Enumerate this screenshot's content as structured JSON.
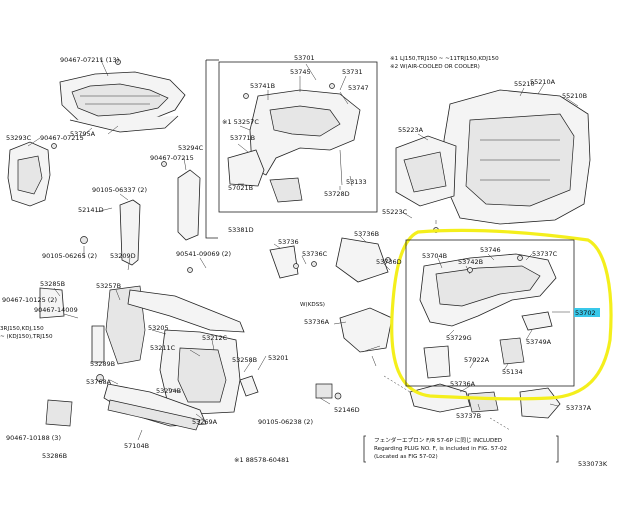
{
  "labels": {
    "l53701": "53701",
    "l53745": "53745",
    "l53731": "53731",
    "l53741b": "53741B",
    "l53747": "53747",
    "l53257c": "※1 53257C",
    "l53771b": "53771B",
    "l57021b": "57021B",
    "l53728d": "53728D",
    "l53133": "53133",
    "l90467_07211": "90467-07211 (13)",
    "l53795a": "53795A",
    "l53293c": "53293C",
    "l90467_07215": "90467-07215",
    "l90467_07215b": "90467-07215",
    "l53294c": "53294C",
    "l90105_06337": "90105-06337 (2)",
    "l52141d": "52141D",
    "l53209d": "53209D",
    "l90105_06265": "90105-06265 (2)",
    "l90541_09069": "90541-09069 (2)",
    "l53381d": "53381D",
    "l53285b": "53285B",
    "l90467_10125": "90467-10125 (2)",
    "l90467_14009": "90467-14009",
    "l53257b": "53257B",
    "l53205": "53205",
    "l53211c": "53211C",
    "l53212c": "53212C",
    "l53289b": "53289B",
    "l53768a": "53768A",
    "l53294b": "53294B",
    "l53258b": "53258B",
    "l53201": "53201",
    "l57104b": "57104B",
    "l53269a": "53269A",
    "l52146d": "52146D",
    "l90105_06238": "90105-06238 (2)",
    "l88578_60481": "※1 88578-60481",
    "l90467_10188": "90467-10188 (3)",
    "l53286b": "53286B",
    "l53736": "53736",
    "l53736c": "53736C",
    "l53736b": "53736B",
    "l53736d": "53736D",
    "l53736a": "53736A",
    "l53736a2": "53736A",
    "l53737b": "53737B",
    "l53737a": "53737A",
    "l53704b": "53704B",
    "l53742b": "53742B",
    "l53746": "53746",
    "l53737c": "53737C",
    "l53702": "53702",
    "l53729g": "53729G",
    "l53749a": "53749A",
    "l57022a": "57022A",
    "l55134": "55134",
    "l55210": "55210",
    "l55210a": "55210A",
    "l55210b": "55210B",
    "l55223a": "55223A",
    "l55223c": "55223C",
    "l_xlx": "W(KDSS)",
    "l_vent": "3RJ150,KDJ,150",
    "l_vent2": "~ (KDJ150),TRJ150",
    "l_note1": "※1 LJ150,TRJ150 ~ ~11TRJ150,KDJ150",
    "l_note2": "※2 W(AIR-COOLED OR COOLER)",
    "fig_no": "533073K"
  },
  "footnote": {
    "line1": "フェンダーエプロン F/R  57-6P  に同じ  INCLUDED",
    "line2": "Regarding PLUG NO. F, is included in FIG. 57-02",
    "line3": "(Located as FIG  57-02)"
  },
  "colors": {
    "highlight_box": "#39c8ea",
    "callout_outline": "#f4ef1c"
  }
}
